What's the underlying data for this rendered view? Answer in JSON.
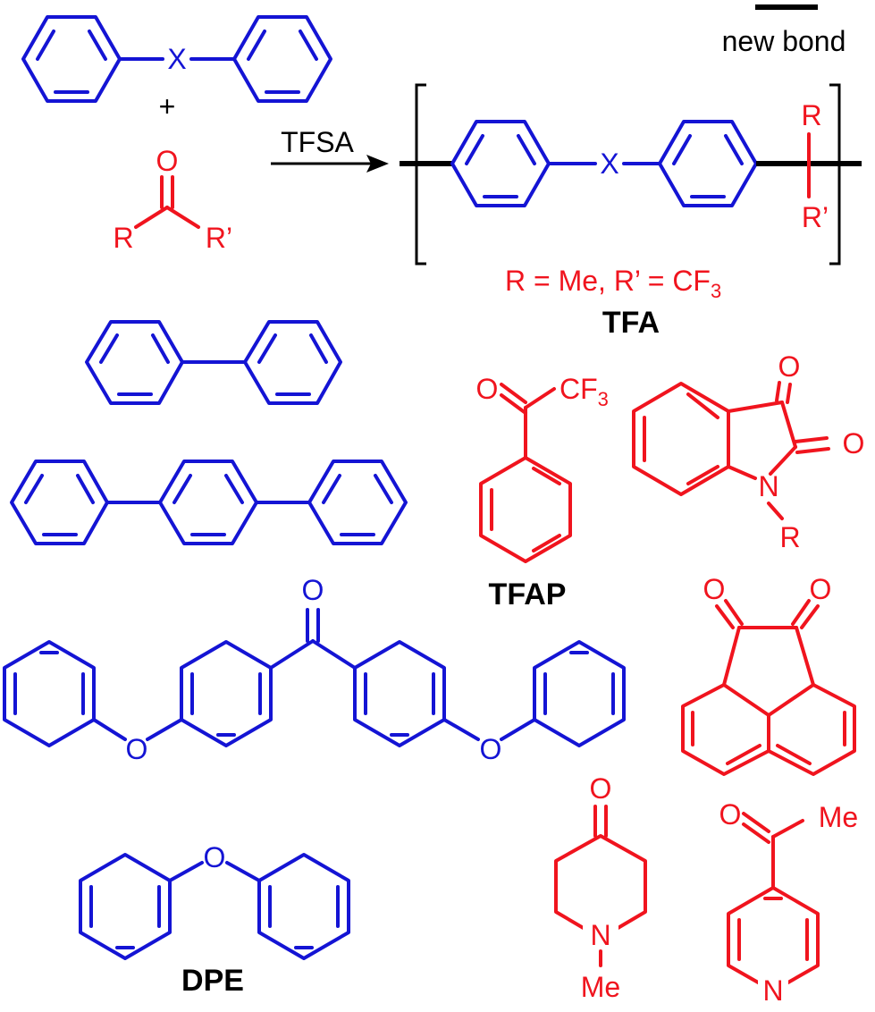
{
  "colors": {
    "aromatic": "#1414d4",
    "carbonyl": "#f0141e",
    "ink": "#000000"
  },
  "legend": {
    "label": "new bond"
  },
  "reaction": {
    "plus": "+",
    "reagent": "TFSA",
    "linker": "X",
    "ketone_r": "R",
    "ketone_r2": "R’",
    "ketone_o": "O",
    "polymer_r": "R",
    "polymer_r2": "R’",
    "condition_prefix": "R = Me, R’ = CF",
    "condition_sub": "3",
    "polymer_name": "TFA"
  },
  "labels": {
    "tfap_cf3": "CF",
    "tfap_cf3_sub": "3",
    "tfap_o": "O",
    "tfap_name": "TFAP",
    "isatin_o1": "O",
    "isatin_o2": "O",
    "isatin_n": "N",
    "isatin_r": "R",
    "acenaph_o1": "O",
    "acenaph_o2": "O",
    "ketone_o": "O",
    "ether_o1": "O",
    "ether_o2": "O",
    "dpe_o": "O",
    "dpe_name": "DPE",
    "pip_o": "O",
    "pip_n": "N",
    "pip_me": "Me",
    "acpy_o": "O",
    "acpy_me": "Me",
    "acpy_n": "N"
  }
}
